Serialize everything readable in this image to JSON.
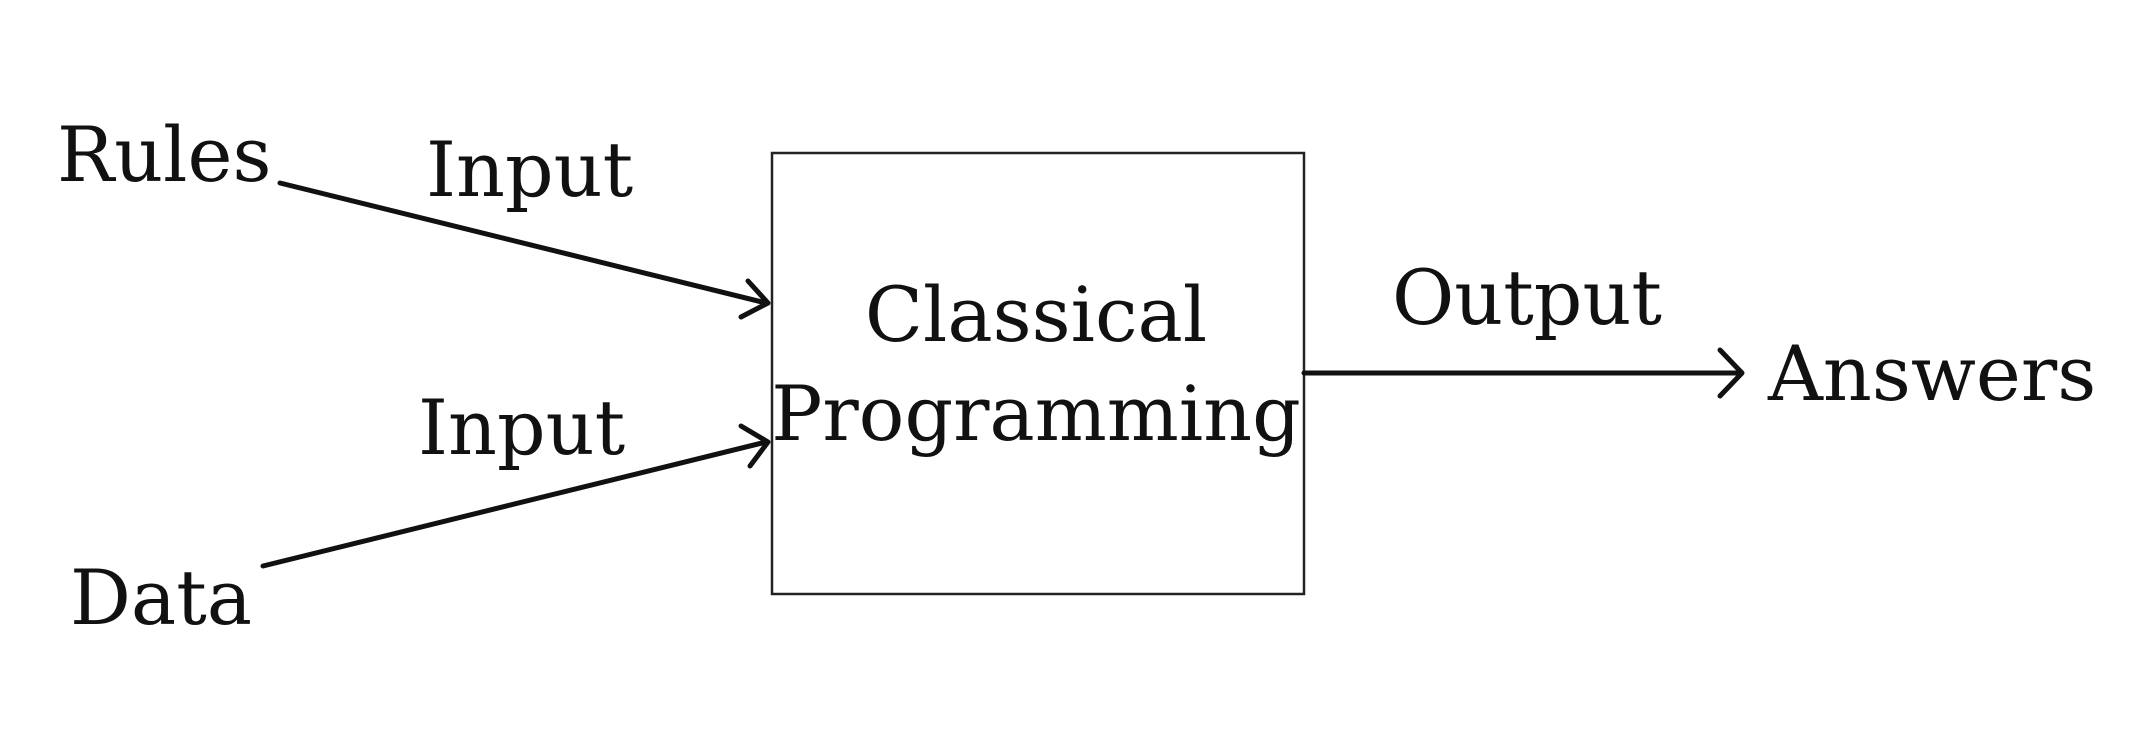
{
  "diagram": {
    "nodes": {
      "rules": "Rules",
      "data": "Data",
      "process_line1": "Classical",
      "process_line2": "Programming",
      "answers": "Answers"
    },
    "edges": {
      "rules_to_process": "Input",
      "data_to_process": "Input",
      "process_to_answers": "Output"
    }
  },
  "colors": {
    "ink": "#111111",
    "background": "#ffffff"
  }
}
